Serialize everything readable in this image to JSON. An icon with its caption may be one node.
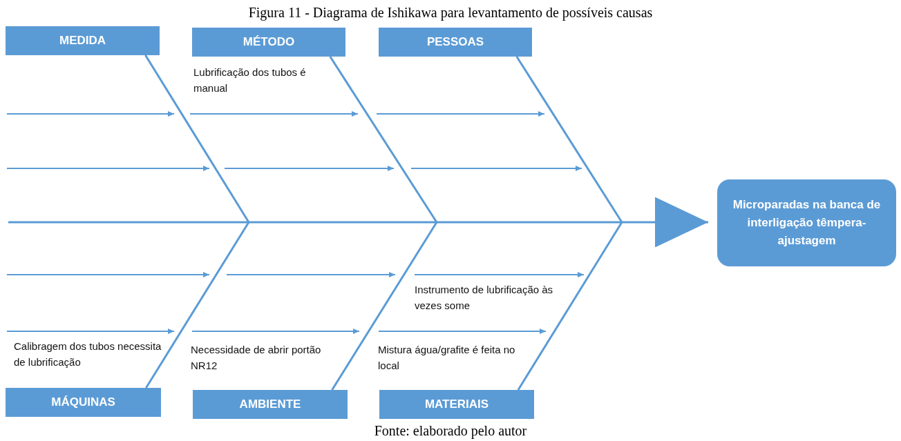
{
  "diagram": {
    "title": "Figura 11 - Diagrama de Ishikawa para levantamento de possíveis causas",
    "caption": "Fonte: elaborado pelo autor",
    "nodes": [
      {
        "text": [
          "MEDIDA"
        ]
      },
      {
        "text": [
          "MÉTODO"
        ]
      },
      {
        "text": [
          "PESSOAS"
        ]
      },
      {
        "text": [
          "Microparadas na banca de interligação têmpera-ajustagem"
        ]
      },
      {
        "text": [
          "MÁQUINAS"
        ]
      },
      {
        "text": [
          "AMBIENTE"
        ]
      },
      {
        "text": [
          "MATERIAIS"
        ]
      }
    ],
    "edges": [
      {
        "from": 0,
        "to": null,
        "arrow": "none"
      },
      {
        "from": 1,
        "to": null,
        "arrow": "none"
      },
      {
        "from": 2,
        "to": null,
        "arrow": "none"
      },
      {
        "from": 4,
        "to": null,
        "arrow": "none"
      },
      {
        "from": 5,
        "to": null,
        "arrow": "none"
      },
      {
        "from": 6,
        "to": null,
        "arrow": "none"
      },
      {
        "from": null,
        "to": 3,
        "arrow": "to"
      }
    ],
    "labels": [
      "Lubrificação dos tubos é manual",
      "Instrumento de lubrificação às vezes some",
      "Calibragem dos tubos necessita de lubrificação",
      "Necessidade de abrir portão NR12",
      "Mistura água/grafite é feita no local"
    ]
  }
}
